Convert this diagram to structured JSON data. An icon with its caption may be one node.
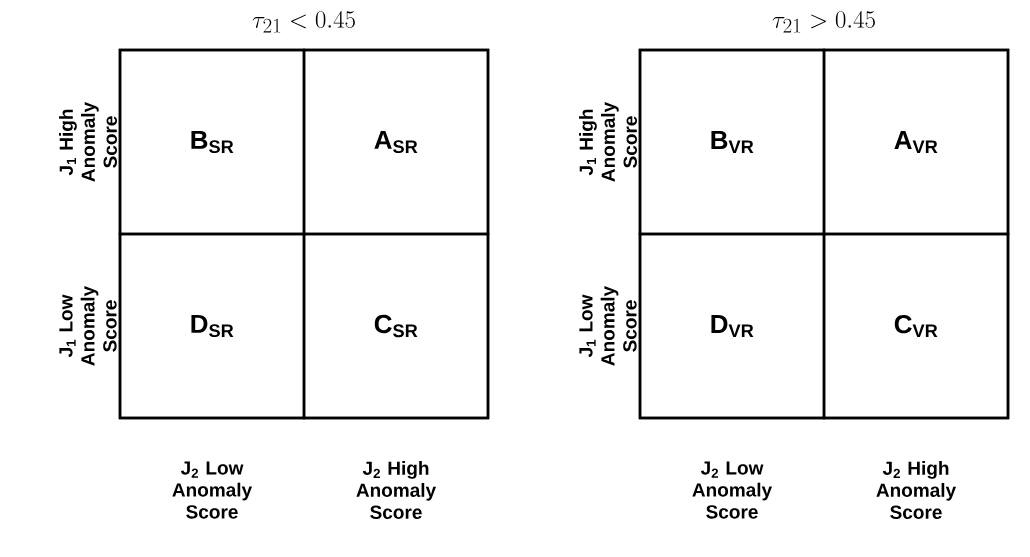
{
  "diagram": {
    "nodes": [
      {
        "text": [
          "\\tau_{21} < 0.45"
        ]
      },
      {
        "text": [
          "B$_{SR}$"
        ],
        "in": 0
      },
      {
        "text": [
          "A$_{SR}$"
        ],
        "in": 0
      },
      {
        "text": [
          "D$_{SR}$"
        ],
        "in": 0
      },
      {
        "text": [
          "C$_{SR}$"
        ],
        "in": 0
      },
      {
        "text": [
          "\\tau_{21} > 0.45"
        ]
      },
      {
        "text": [
          "B$_{VR}$"
        ],
        "in": 5
      },
      {
        "text": [
          "A$_{VR}$"
        ],
        "in": 5
      },
      {
        "text": [
          "D$_{VR}$"
        ],
        "in": 5
      },
      {
        "text": [
          "C$_{VR}$"
        ],
        "in": 5
      }
    ],
    "labels": [
      "J$_{1}$ High Anomaly Score",
      "J$_{1}$ High Anomaly Score",
      "J$_{1}$ Low Anomaly Score",
      "J$_{1}$ Low Anomaly Score",
      "J$_{2}$ Low Anomaly Score",
      "J$_{2}$ High Anomaly Score",
      "J$_{2}$ Low Anomaly Score",
      "J$_{2}$ High Anomaly Score"
    ]
  }
}
